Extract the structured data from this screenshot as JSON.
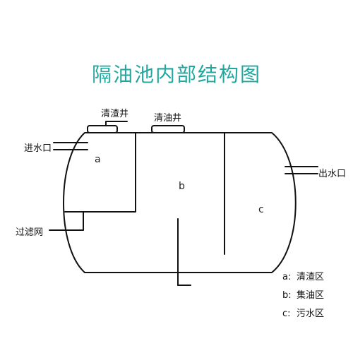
{
  "title": "隔油池内部结构图",
  "colors": {
    "title": "#21a7a0",
    "stroke": "#111111"
  },
  "labels": {
    "manhole_left": "清渣井",
    "manhole_right": "清油井",
    "inlet": "进水口",
    "outlet": "出水口",
    "filter": "过滤网"
  },
  "zones": {
    "a": "a",
    "b": "b",
    "c": "c"
  },
  "legend": [
    {
      "key": "a:",
      "text": "清渣区"
    },
    {
      "key": "b:",
      "text": "集油区"
    },
    {
      "key": "c:",
      "text": "污水区"
    }
  ]
}
